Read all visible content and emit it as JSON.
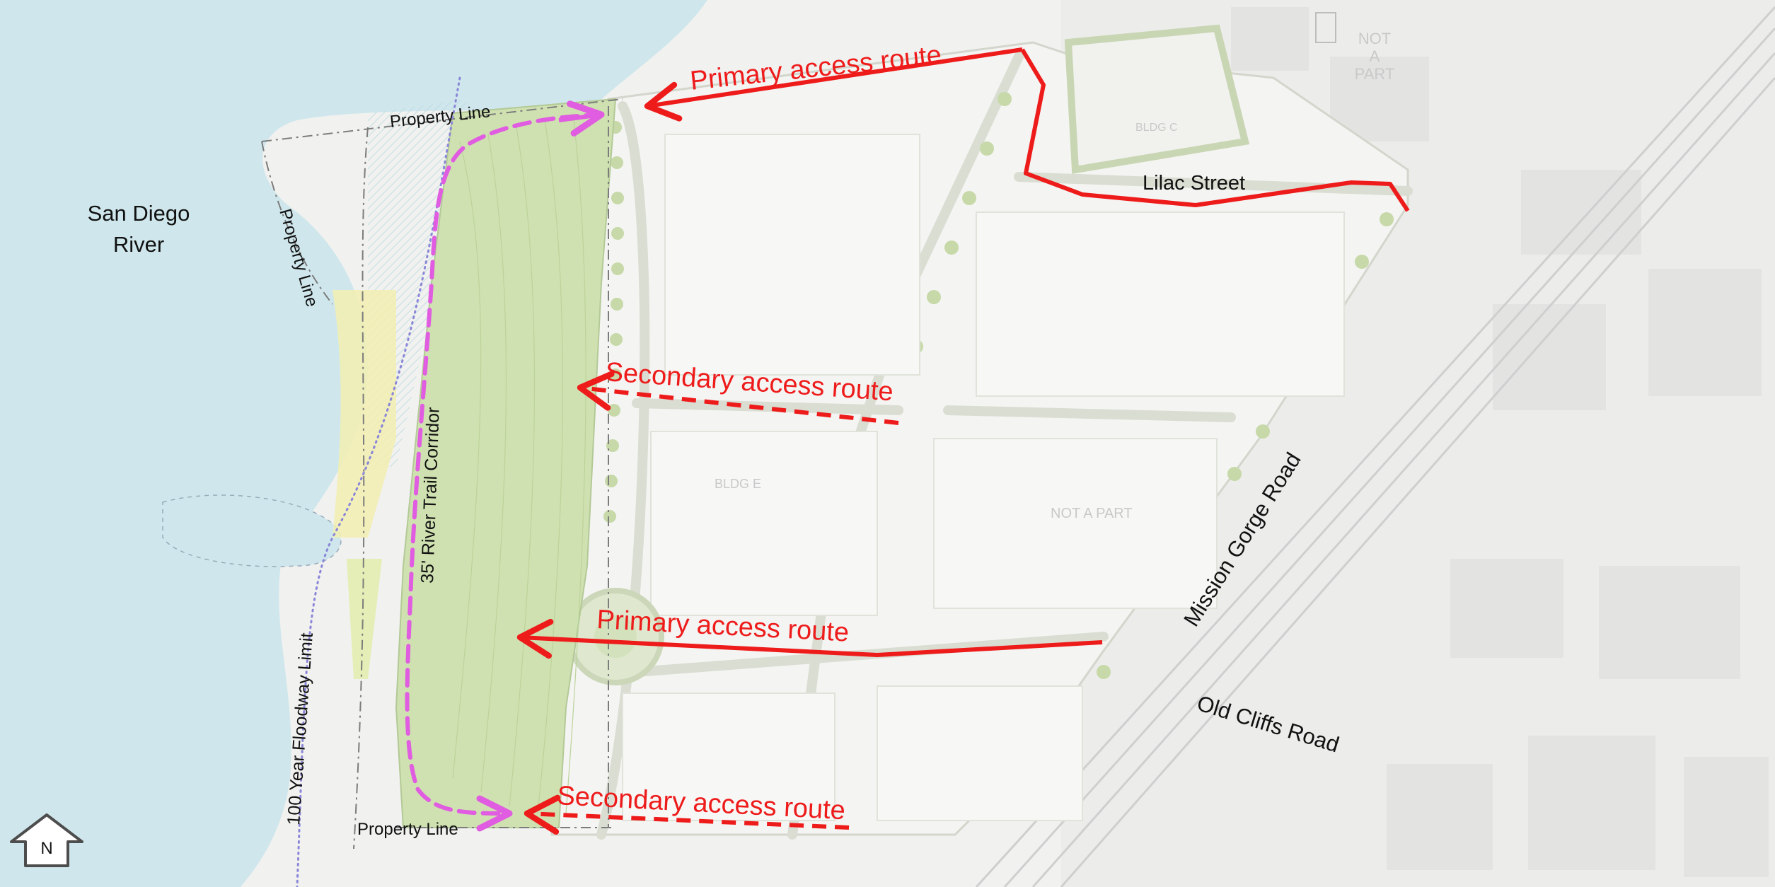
{
  "colors": {
    "route_red": "#ee1b1b",
    "trail_magenta": "#e05ce0",
    "river_blue": "#cfe7ec",
    "parcel_green": "#cfe1b0",
    "floodway_purple": "#8a86d8"
  },
  "labels": {
    "river": [
      "San Diego",
      "River"
    ],
    "property_line_top": "Property Line",
    "property_line_west": "Property Line",
    "property_line_bottom": "Property Line",
    "trail_corridor": "35' River Trail Corridor",
    "floodway": "100 Year Floodway Limit",
    "lilac_street": "Lilac Street",
    "mission_gorge": "Mission Gorge Road",
    "old_cliffs": "Old Cliffs Road",
    "not_a_part": [
      "NOT",
      "A",
      "PART"
    ]
  },
  "routes": {
    "primary_north": "Primary access route",
    "secondary_middle": "Secondary access route",
    "primary_south": "Primary access route",
    "secondary_south": "Secondary access route"
  },
  "north_arrow": {
    "letter": "N",
    "icon": "north-arrow-icon"
  },
  "background_labels": {
    "bldg_c": "BLDG C",
    "bldg_e": "BLDG E",
    "not_a_part_inner": "NOT A PART"
  }
}
